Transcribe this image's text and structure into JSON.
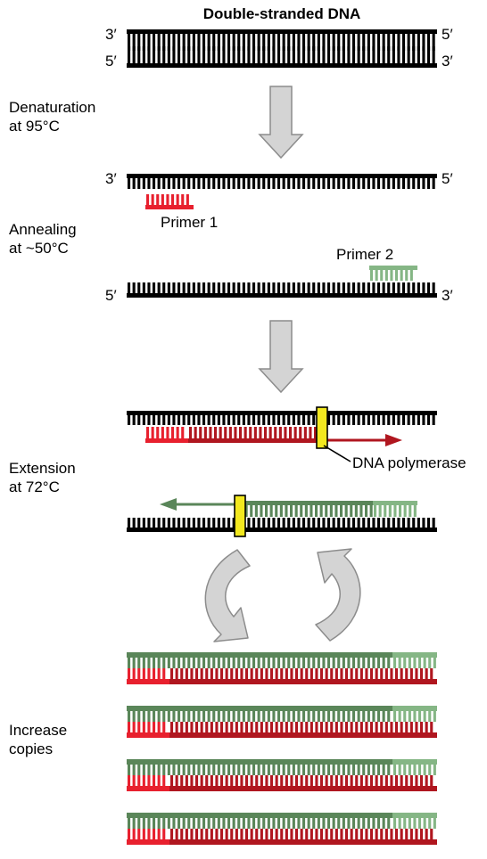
{
  "title": "Double-stranded DNA",
  "stages": {
    "denaturation": [
      "Denaturation",
      "at 95°C"
    ],
    "annealing": [
      "Annealing",
      "at ~50°C"
    ],
    "extension": [
      "Extension",
      "at 72°C"
    ],
    "increase": [
      "Increase",
      "copies"
    ]
  },
  "strand_ends": {
    "dsdna_top_left": "3′",
    "dsdna_top_right": "5′",
    "dsdna_bottom_left": "5′",
    "dsdna_bottom_right": "3′",
    "strand1_left": "3′",
    "strand1_right": "5′",
    "strand2_left": "5′",
    "strand2_right": "3′"
  },
  "labels": {
    "primer1": "Primer 1",
    "primer2": "Primer 2",
    "polymerase": "DNA polymerase"
  },
  "colors": {
    "dna": "#000000",
    "primer1": "#e8202e",
    "primer1_dark": "#b0161f",
    "primer2": "#85b685",
    "primer2_dark": "#5a8659",
    "polymerase": "#f2e81f",
    "arrow": "#d4d4d4",
    "arrow_stroke": "#8c8c8c"
  }
}
